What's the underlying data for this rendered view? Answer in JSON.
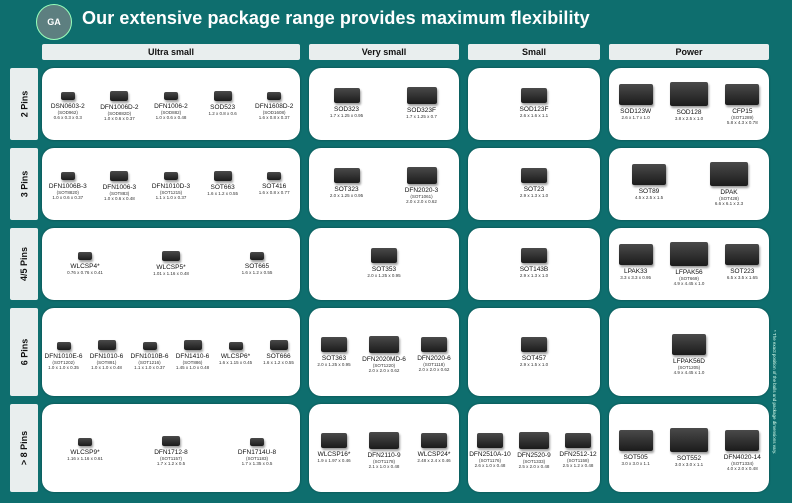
{
  "title": "Our extensive package range provides maximum flexibility",
  "columns": [
    "Ultra small",
    "Very small",
    "Small",
    "Power"
  ],
  "rows": [
    "2 Pins",
    "3 Pins",
    "4/5 Pins",
    "6 Pins",
    "> 8 Pins"
  ],
  "footnote": "* The exact position of the balls and package dimensions vary.",
  "packages": {
    "r0": [
      {
        "name": "DSN0603-2",
        "code": "(SOD962)",
        "dim": "0.6 x 0.3 x 0.3"
      },
      {
        "name": "DFN1006D-2",
        "code": "(SOD882D)",
        "dim": "1.0 x 0.6 x 0.37"
      },
      {
        "name": "DFN1006-2",
        "code": "(SOD882)",
        "dim": "1.0 x 0.6 x 0.48"
      },
      {
        "name": "SOD523",
        "code": "",
        "dim": "1.2 x 0.8 x 0.6"
      },
      {
        "name": "DFN1608D-2",
        "code": "(SOD1608)",
        "dim": "1.6 x 0.8 x 0.37"
      },
      {
        "name": "SOD323",
        "code": "",
        "dim": "1.7 x 1.25 x 0.95"
      },
      {
        "name": "SOD323F",
        "code": "",
        "dim": "1.7 x 1.25 x 0.7"
      },
      {
        "name": "SOD123F",
        "code": "",
        "dim": "2.6 x 1.6 x 1.1"
      },
      {
        "name": "SOD123W",
        "code": "",
        "dim": "2.6 x 1.7 x 1.0"
      },
      {
        "name": "SOD128",
        "code": "",
        "dim": "3.8 x 2.5 x 1.0"
      },
      {
        "name": "CFP15",
        "code": "(SOT1289)",
        "dim": "5.8 x 4.3 x 0.78"
      }
    ],
    "r1": [
      {
        "name": "DFN1006B-3",
        "code": "(SOT8820)",
        "dim": "1.0 x 0.6 x 0.37"
      },
      {
        "name": "DFN1006-3",
        "code": "(SOT883)",
        "dim": "1.0 x 0.6 x 0.48"
      },
      {
        "name": "DFN1010D-3",
        "code": "(SOT1215)",
        "dim": "1.1 x 1.0 x 0.37"
      },
      {
        "name": "SOT663",
        "code": "",
        "dim": "1.6 x 1.2 x 0.55"
      },
      {
        "name": "SOT416",
        "code": "",
        "dim": "1.6 x 0.8 x 0.77"
      },
      {
        "name": "SOT323",
        "code": "",
        "dim": "2.0 x 1.25 x 0.95"
      },
      {
        "name": "DFN2020-3",
        "code": "(SOT1061)",
        "dim": "2.0 x 2.0 x 0.62"
      },
      {
        "name": "SOT23",
        "code": "",
        "dim": "2.9 x 1.3 x 1.0"
      },
      {
        "name": "SOT89",
        "code": "",
        "dim": "4.5 x 2.5 x 1.5"
      },
      {
        "name": "DPAK",
        "code": "(SOT428)",
        "dim": "6.6 x 6.1 x 2.3"
      }
    ],
    "r2": [
      {
        "name": "WLCSP4*",
        "code": "",
        "dim": "0.76 x 0.76 x 0.41"
      },
      {
        "name": "WLCSP5*",
        "code": "",
        "dim": "1.01 x 1.16 x 0.48"
      },
      {
        "name": "SOT665",
        "code": "",
        "dim": "1.6 x 1.2 x 0.55"
      },
      {
        "name": "SOT353",
        "code": "",
        "dim": "2.0 x 1.25 x 0.95"
      },
      {
        "name": "SOT143B",
        "code": "",
        "dim": "2.9 x 1.3 x 1.0"
      },
      {
        "name": "LPAK33",
        "code": "",
        "dim": "3.3 x 3.3 x 0.95"
      },
      {
        "name": "LFPAK56",
        "code": "(SOT669)",
        "dim": "4.9 x 4.45 x 1.0"
      },
      {
        "name": "SOT223",
        "code": "",
        "dim": "6.5 x 3.5 x 1.65"
      }
    ],
    "r3": [
      {
        "name": "DFN1010E-6",
        "code": "(SOT1202)",
        "dim": "1.0 x 1.0 x 0.35"
      },
      {
        "name": "DFN1010-6",
        "code": "(SOT891)",
        "dim": "1.0 x 1.0 x 0.48"
      },
      {
        "name": "DFN1010B-6",
        "code": "(SOT1216)",
        "dim": "1.1 x 1.0 x 0.37"
      },
      {
        "name": "DFN1410-6",
        "code": "(SOT886)",
        "dim": "1.45 x 1.0 x 0.48"
      },
      {
        "name": "WLCSP6*",
        "code": "",
        "dim": "1.6 x 1.15 x 0.45"
      },
      {
        "name": "SOT666",
        "code": "",
        "dim": "1.6 x 1.2 x 0.55"
      },
      {
        "name": "SOT363",
        "code": "",
        "dim": "2.0 x 1.25 x 0.95"
      },
      {
        "name": "DFN2020MD-6",
        "code": "(SOT1220)",
        "dim": "2.0 x 2.0 x 0.62"
      },
      {
        "name": "DFN2020-6",
        "code": "(SOT1118)",
        "dim": "2.0 x 2.0 x 0.62"
      },
      {
        "name": "SOT457",
        "code": "",
        "dim": "2.9 x 1.5 x 1.0"
      },
      {
        "name": "LFPAK56D",
        "code": "(SOT1205)",
        "dim": "4.9 x 4.45 x 1.0"
      }
    ],
    "r4": [
      {
        "name": "WLCSP9*",
        "code": "",
        "dim": "1.16 x 1.16 x 0.61"
      },
      {
        "name": "DFN1712-8",
        "code": "(SOT1157)",
        "dim": "1.7 x 1.2 x 0.5"
      },
      {
        "name": "DFN1714U-8",
        "code": "(SOT1183)",
        "dim": "1.7 x 1.35 x 0.5"
      },
      {
        "name": "WLCSP16*",
        "code": "",
        "dim": "1.9 x 1.97 x 0.46"
      },
      {
        "name": "DFN2110-9",
        "code": "(SOT1178)",
        "dim": "2.1 x 1.0 x 0.48"
      },
      {
        "name": "WLCSP24*",
        "code": "",
        "dim": "2.48 x 2.4 x 0.46"
      },
      {
        "name": "DFN2510A-10",
        "code": "(SOT1176)",
        "dim": "2.6 x 1.0 x 0.48"
      },
      {
        "name": "DFN2520-9",
        "code": "(SOT1333)",
        "dim": "2.5 x 2.0 x 0.48"
      },
      {
        "name": "DFN2512-12",
        "code": "(SOT1158)",
        "dim": "2.5 x 1.2 x 0.48"
      },
      {
        "name": "SOT505",
        "code": "",
        "dim": "3.0 x 3.0 x 1.1"
      },
      {
        "name": "SOT552",
        "code": "",
        "dim": "3.0 x 3.0 x 1.1"
      },
      {
        "name": "DFN4020-14",
        "code": "(SOT1334)",
        "dim": "4.0 x 2.0 x 0.48"
      }
    ]
  }
}
